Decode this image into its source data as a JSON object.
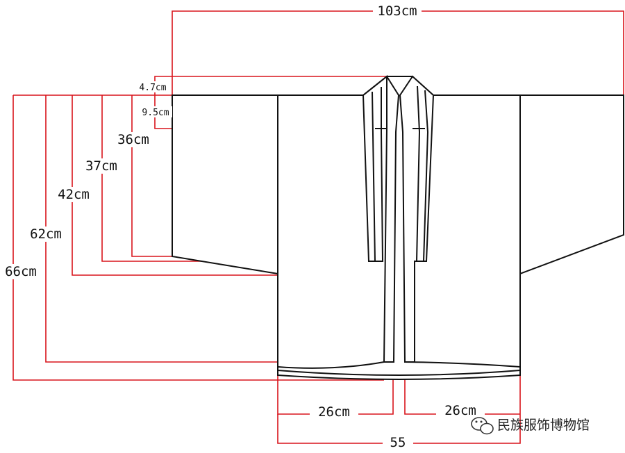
{
  "colors": {
    "dimension_line": "#d9141b",
    "garment_outline": "#111111",
    "background": "#ffffff"
  },
  "dimensions": {
    "total_width": "103cm",
    "collar_top": "4.7cm",
    "collar_depth": "9.5cm",
    "sleeve_end_length": "36cm",
    "front_band_end_length": "37cm",
    "underarm_length": "42cm",
    "front_length": "62cm",
    "total_length": "66cm",
    "left_hem_half": "26cm",
    "right_hem_half": "26cm",
    "hem_width": "55"
  },
  "watermark": {
    "icon": "wechat-icon",
    "text": "民族服饰博物馆"
  }
}
